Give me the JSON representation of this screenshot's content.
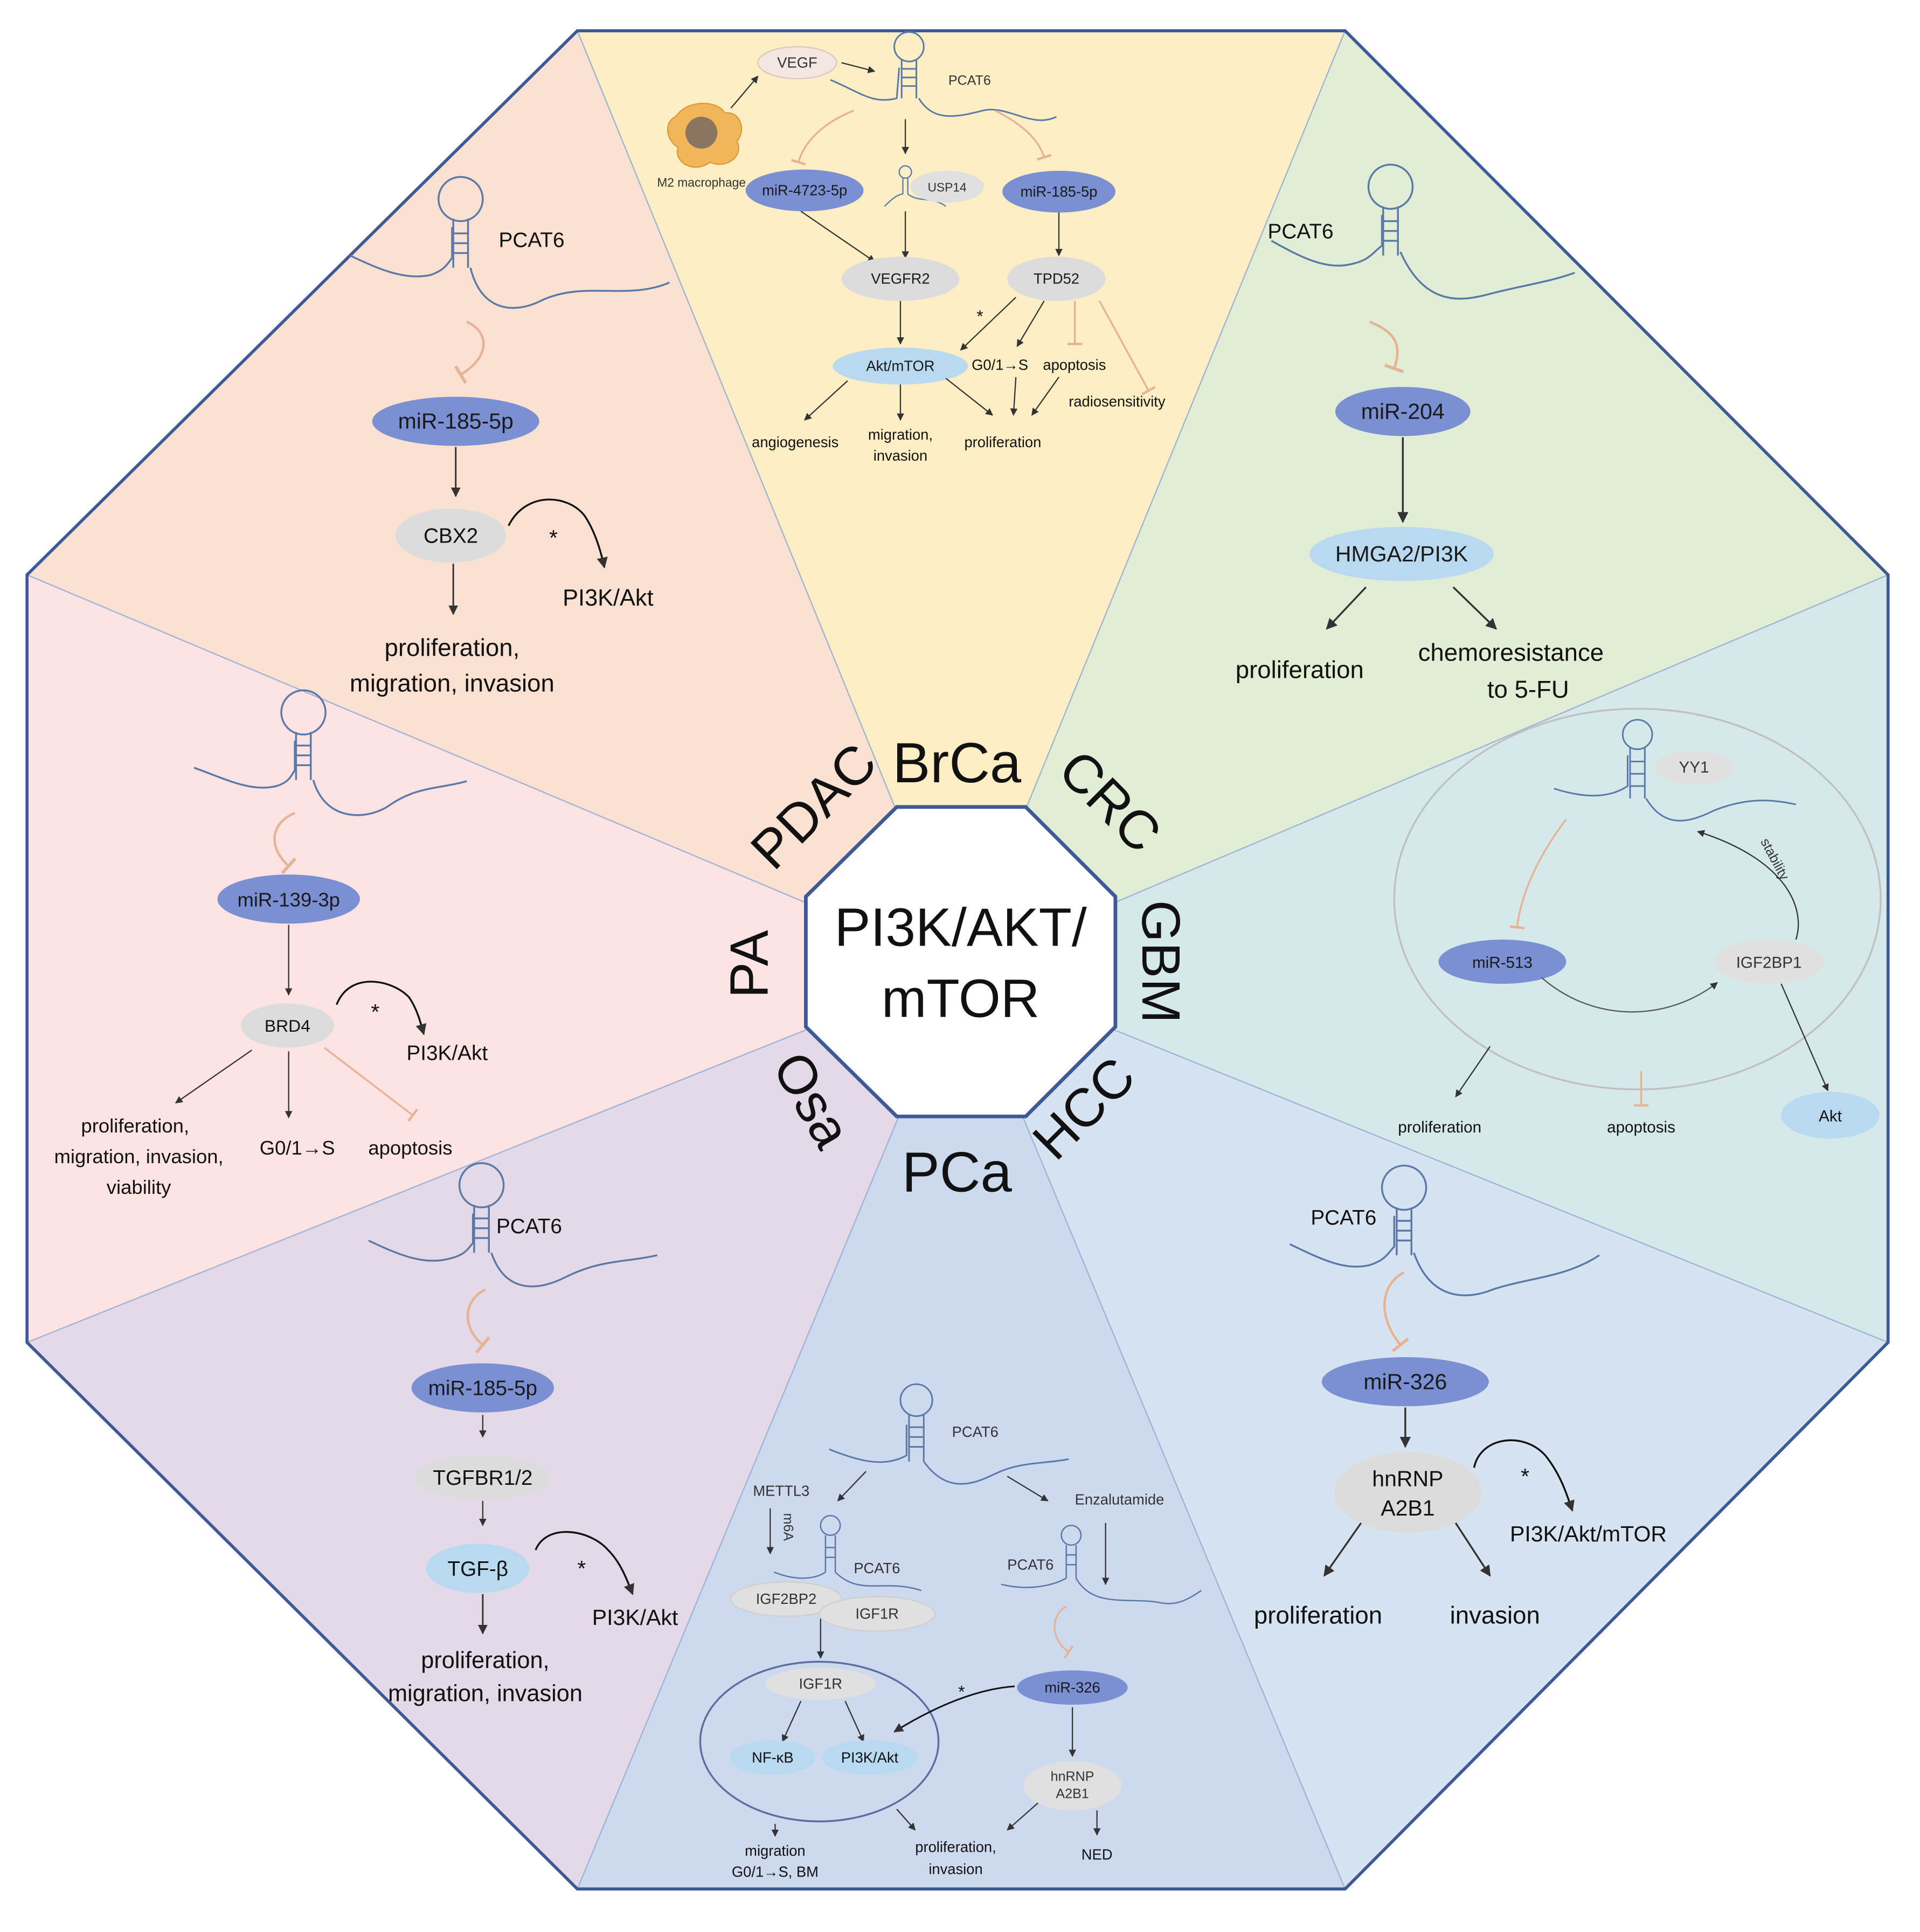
{
  "center": {
    "line1": "PI3K/AKT/",
    "line2": "mTOR"
  },
  "sectors": {
    "brca": "BrCa",
    "crc": "CRC",
    "gbm": "GBM",
    "hcc": "HCC",
    "pca": "PCa",
    "osa": "Osa",
    "pa": "PA",
    "pdac": "PDAC"
  },
  "colors": {
    "brca": "#fdeec4",
    "crc": "#e1edd5",
    "gbm": "#d5e9eb",
    "hcc": "#d6e4f1",
    "pca": "#cdd9ef",
    "osa": "#e4d9e6",
    "pa": "#fde3e3",
    "pdac": "#fbe1d1",
    "border": "#3d5a96",
    "node_dark": "#8b9fd9",
    "node_light": "#b9d9f0",
    "node_gray": "#e0e0e0",
    "inhibit": "#e6b395",
    "rna": "#5a78a8"
  },
  "brca": {
    "vegf": "VEGF",
    "m2": "M2 macrophage",
    "pcat6": "PCAT6",
    "mir4723": "miR-4723-5p",
    "usp14": "USP14",
    "mir185": "miR-185-5p",
    "vegfr2": "VEGFR2",
    "tpd52": "TPD52",
    "akt_mtor": "Akt/mTOR",
    "g01s": "G0/1→S",
    "apoptosis": "apoptosis",
    "radio": "radiosensitivity",
    "angio": "angiogenesis",
    "migration": "migration,",
    "invasion": "invasion",
    "proliferation": "proliferation",
    "star": "*"
  },
  "crc": {
    "pcat6": "PCAT6",
    "mir204": "miR-204",
    "hmga2": "HMGA2/PI3K",
    "proliferation": "proliferation",
    "chemo1": "chemoresistance",
    "chemo2": "to 5-FU"
  },
  "gbm": {
    "yy1": "YY1",
    "stability": "stability",
    "mir513": "miR-513",
    "igf2bp1": "IGF2BP1",
    "proliferation": "proliferation",
    "apoptosis": "apoptosis",
    "akt": "Akt"
  },
  "hcc": {
    "pcat6": "PCAT6",
    "mir326": "miR-326",
    "hnrnp1": "hnRNP",
    "hnrnp2": "A2B1",
    "target": "PI3K/Akt/mTOR",
    "proliferation": "proliferation",
    "invasion": "invasion",
    "star": "*"
  },
  "pca": {
    "pcat6": "PCAT6",
    "mettl3": "METTL3",
    "m6a": "m6A",
    "pcat6_b": "PCAT6",
    "enzalutamide": "Enzalutamide",
    "pcat6_c": "PCAT6",
    "igf2bp2": "IGF2BP2",
    "igf1r": "IGF1R",
    "igf1r_b": "IGF1R",
    "nfkb": "NF-κB",
    "pi3k_akt": "PI3K/Akt",
    "mir326": "miR-326",
    "hnrnp1": "hnRNP",
    "hnrnp2": "A2B1",
    "migration": "migration",
    "g01s_bm": "G0/1→S, BM",
    "prolif1": "proliferation,",
    "prolif2": "invasion",
    "ned": "NED",
    "star": "*"
  },
  "osa": {
    "pcat6": "PCAT6",
    "mir185": "miR-185-5p",
    "tgfbr": "TGFBR1/2",
    "tgfb": "TGF-β",
    "target": "PI3K/Akt",
    "out1": "proliferation,",
    "out2": "migration, invasion",
    "star": "*"
  },
  "pa": {
    "mir139": "miR-139-3p",
    "brd4": "BRD4",
    "target": "PI3K/Akt",
    "out1": "proliferation,",
    "out2": "migration, invasion,",
    "out3": "viability",
    "g01s": "G0/1→S",
    "apoptosis": "apoptosis",
    "star": "*"
  },
  "pdac": {
    "pcat6": "PCAT6",
    "mir185": "miR-185-5p",
    "cbx2": "CBX2",
    "target": "PI3K/Akt",
    "out1": "proliferation,",
    "out2": "migration, invasion",
    "star": "*"
  }
}
